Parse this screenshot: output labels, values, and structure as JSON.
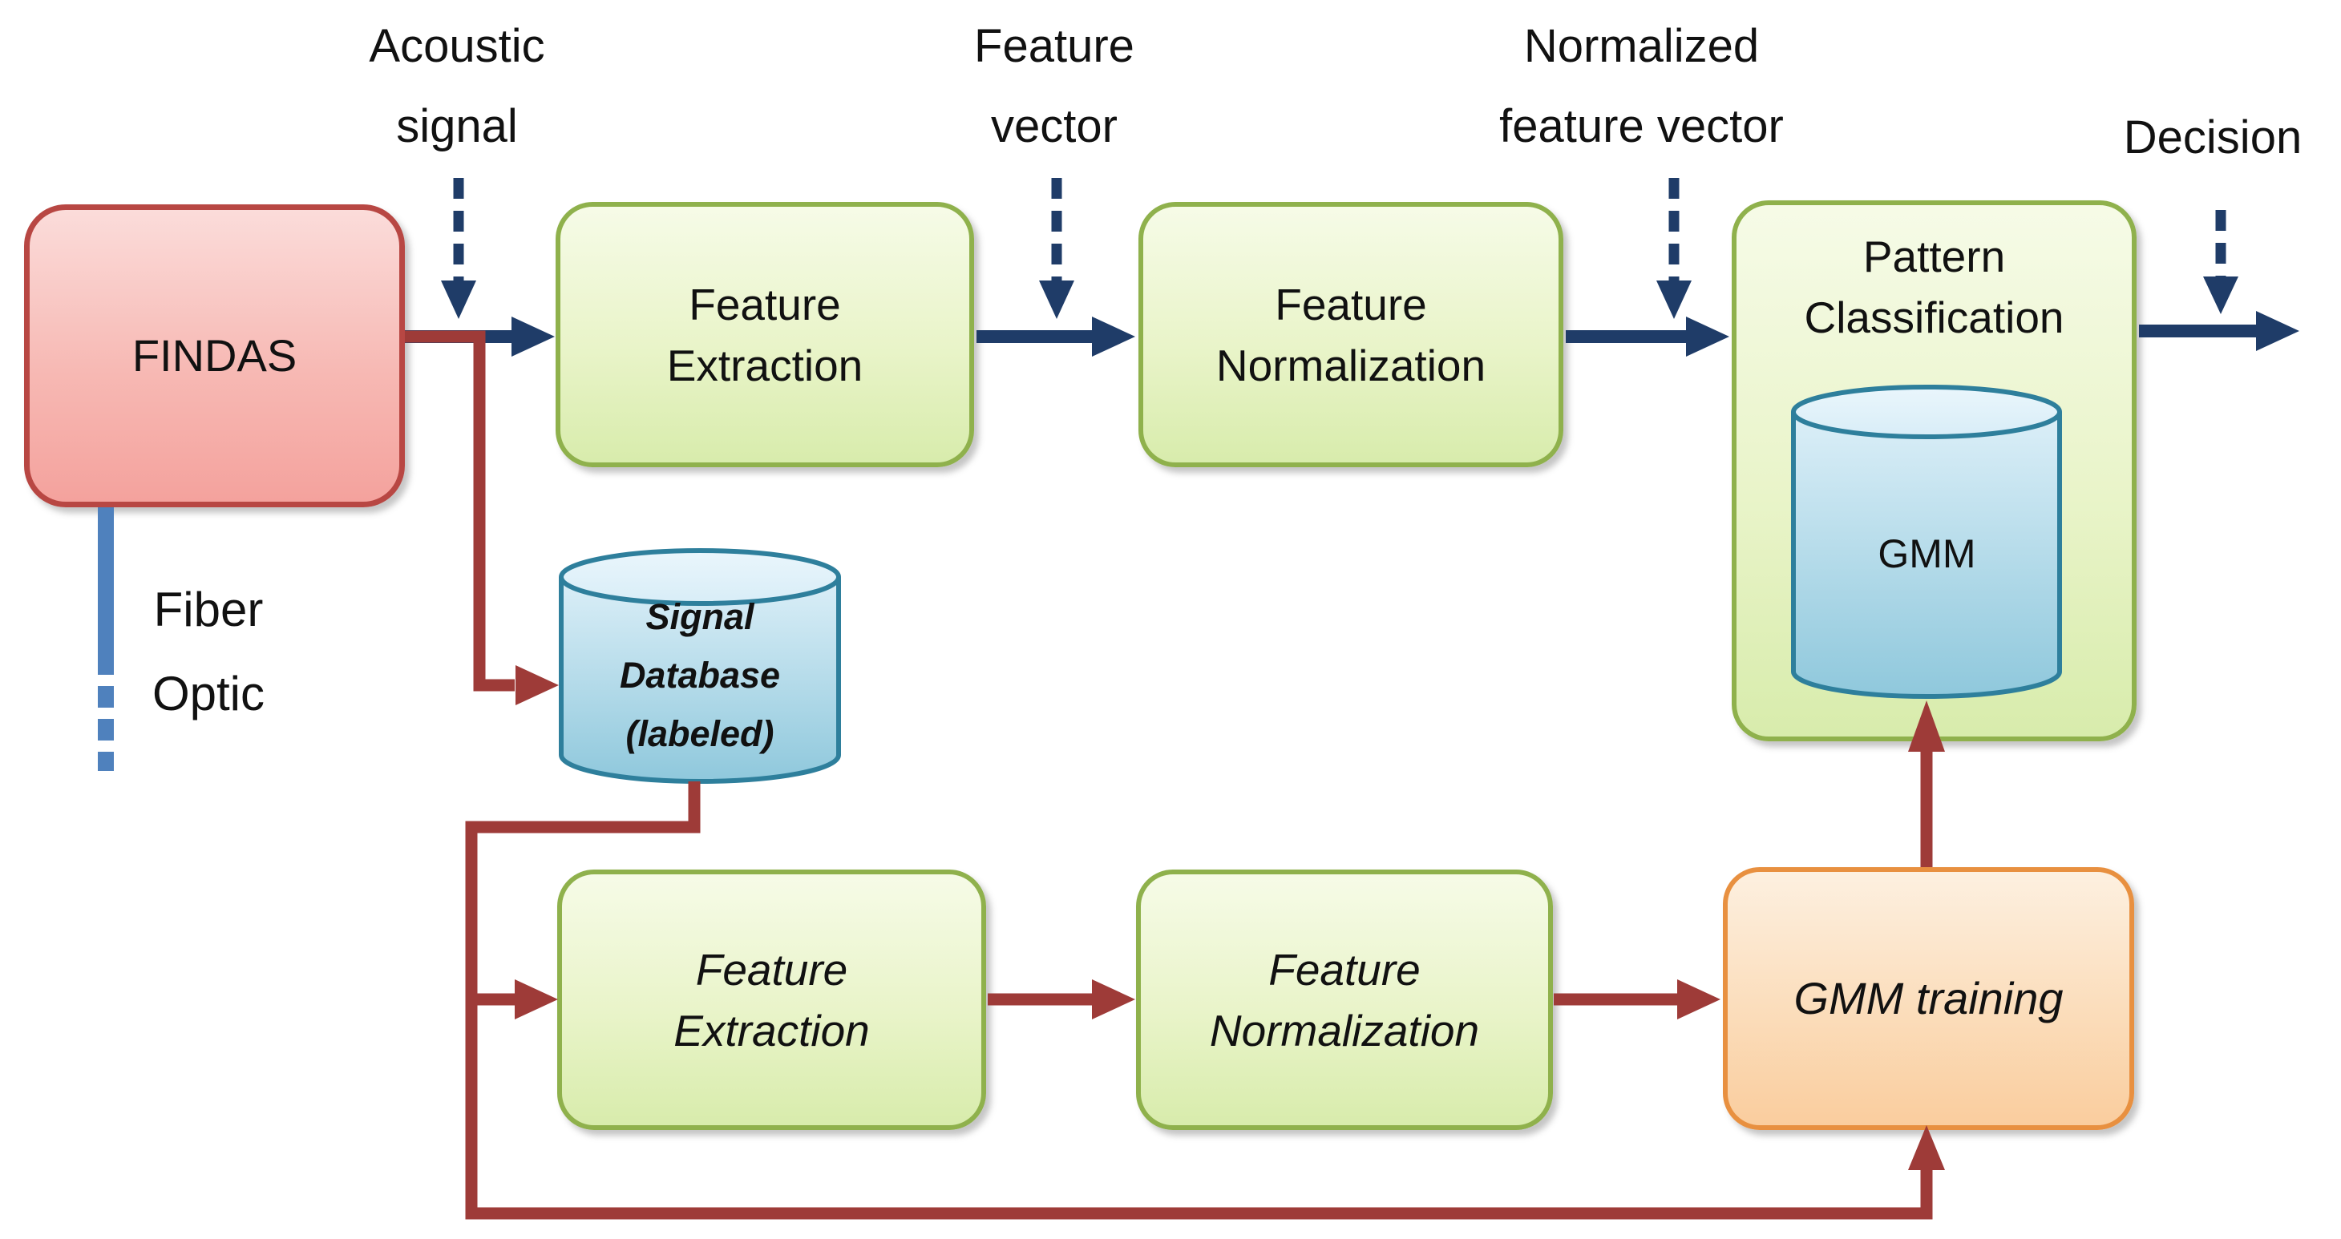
{
  "diagram": {
    "title": "FINDAS acoustic signal GMM classification pipeline",
    "flow_labels": {
      "acoustic_signal": "Acoustic\nsignal",
      "feature_vector": "Feature\nvector",
      "normalized_feature_vector": "Normalized\nfeature vector",
      "decision": "Decision"
    },
    "fiber_optic_label": "Fiber\nOptic",
    "nodes": {
      "findas": "FINDAS",
      "feature_extraction_top": "Feature\nExtraction",
      "feature_normalization_top": "Feature\nNormalization",
      "pattern_classification": "Pattern\nClassification",
      "gmm_model": "GMM",
      "signal_database": "Signal\nDatabase\n(labeled)",
      "feature_extraction_bottom": "Feature\nExtraction",
      "feature_normalization_bottom": "Feature\nNormalization",
      "gmm_training": "GMM training"
    },
    "colors": {
      "main_path_arrow": "#1F3C68",
      "training_path_arrow": "#9E3B38",
      "findas_border": "#B84743",
      "findas_fill_top": "#FBDCDA",
      "findas_fill_bottom": "#F4A29D",
      "process_box_border": "#8FB14C",
      "process_box_fill_top": "#F6FBE7",
      "process_box_fill_bottom": "#D8ECAC",
      "training_box_border": "#E89040",
      "training_box_fill_top": "#FDF0E0",
      "training_box_fill_bottom": "#FACD9E",
      "database_border": "#2E7F9C",
      "database_fill_top": "#EAF6FC",
      "database_fill_bottom": "#8FC8DC",
      "fiber_optic_line": "#4F81BD",
      "text": "#111111"
    }
  }
}
